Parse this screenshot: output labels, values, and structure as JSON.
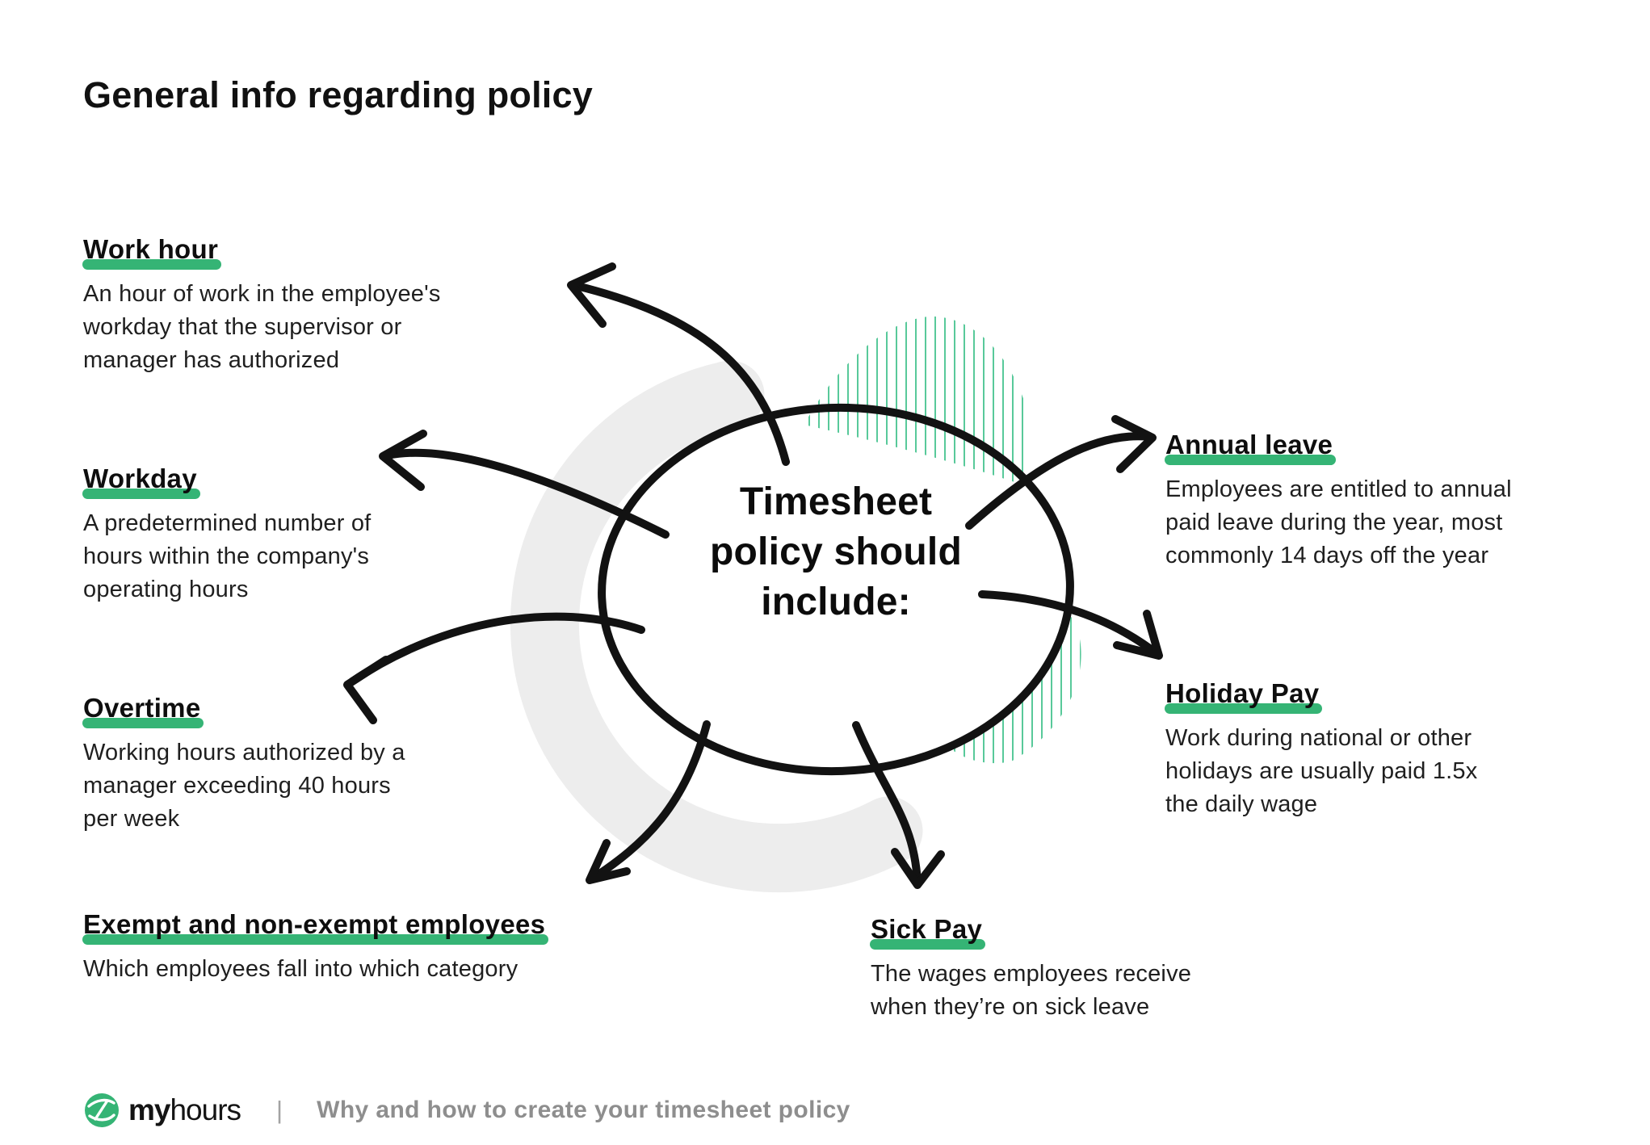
{
  "theme": {
    "accent": "#35b475",
    "hatch": "#58c99a",
    "blob": "#ededed",
    "ink": "#121212",
    "body_text": "#1f1f1f",
    "muted": "#8e8e8e"
  },
  "title": "General info regarding policy",
  "center": {
    "text": "Timesheet\npolicy should\ninclude:"
  },
  "sections": [
    {
      "id": "work-hour",
      "heading": "Work hour",
      "body": "An hour of work in the employee's\nworkday that the supervisor or\nmanager has authorized"
    },
    {
      "id": "workday",
      "heading": "Workday",
      "body": "A predetermined number of\nhours within the company's\noperating hours"
    },
    {
      "id": "overtime",
      "heading": "Overtime",
      "body": "Working hours authorized by a\nmanager exceeding 40 hours\nper week"
    },
    {
      "id": "exempt",
      "heading": "Exempt and non-exempt employees",
      "body": "Which employees fall into which category"
    },
    {
      "id": "annual-leave",
      "heading": "Annual leave",
      "body": "Employees are entitled to annual\npaid leave during the year, most\ncommonly 14 days off the year"
    },
    {
      "id": "holiday-pay",
      "heading": "Holiday Pay",
      "body": "Work during national or other\nholidays are usually paid 1.5x\nthe daily wage"
    },
    {
      "id": "sick-pay",
      "heading": "Sick Pay",
      "body": "The wages employees receive\nwhen they’re on sick leave"
    }
  ],
  "footer": {
    "logo_icon": "myhours-logo",
    "brand_bold": "my",
    "brand_light": "hours",
    "divider": "|",
    "tagline": "Why and how to create your timesheet policy"
  }
}
